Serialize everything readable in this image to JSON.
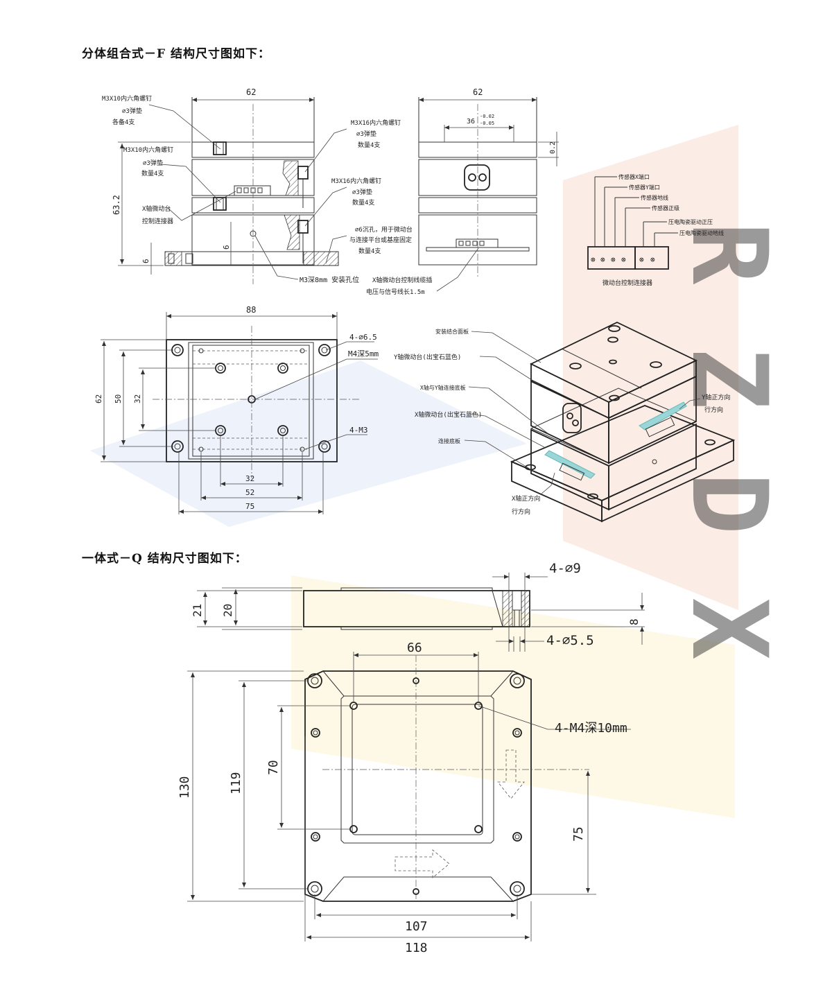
{
  "headings": {
    "split_type": "分体组合式－F 结构尺寸图如下：",
    "integrated_type": "一体式－Q 结构尺寸图如下："
  },
  "front_view": {
    "dim_width": "62",
    "dim_height": "63.2",
    "dim_base": "6",
    "dim_base2": "6",
    "labels": {
      "screw_a": "M3X10内六角螺钉",
      "washer_a": "∅3弹垫",
      "washer_a_qty": "各备4支",
      "screw_b": "M3X10内六角螺钉",
      "washer_b": "∅3弹垫",
      "washer_b_qty": "数量4支",
      "x_sensor": "X轴微动台",
      "x_sensor_2": "控制连接器",
      "screw_c": "M3X16内六角螺钉",
      "washer_c": "∅3弹垫",
      "washer_c_qty": "数量4支",
      "screw_d": "M3X16内六角螺钉",
      "washer_d": "∅3弹垫",
      "washer_d_qty": "数量4支",
      "hole_note": "∅6沉孔，用于微动台",
      "hole_note_2": "与连接平台或基座固定",
      "hole_note_qty": "数量4支",
      "bottom_hole": "M3深8mm  安装孔位"
    }
  },
  "side_view": {
    "dim_width": "62",
    "dim_tol_main": "36",
    "dim_tol_upper": "-0.02",
    "dim_tol_lower": "-0.05",
    "dim_right": "0.2",
    "cable_note": "X轴微动台控制线缆插",
    "cable_note_2": "电压与信号线长1.5m"
  },
  "connector": {
    "labels": [
      "传感器X端口",
      "传感器Y端口",
      "传感器地线",
      "传感器正级",
      "压电陶瓷驱动正压",
      "压电陶瓷驱动地线"
    ],
    "caption": "微动台控制连接器",
    "pins": [
      "⊗",
      "⊗",
      "⊗",
      "⊗",
      "⊗",
      "⊗"
    ]
  },
  "top_view": {
    "dim_top": "88",
    "dim_left_outer": "62",
    "dim_left_mid": "50",
    "dim_left_inner": "32",
    "dim_bottom_inner": "32",
    "dim_bottom_mid": "52",
    "dim_bottom_outer": "75",
    "hole_a": "4-∅6.5",
    "hole_b": "M4深5mm",
    "hole_c": "4-M3"
  },
  "iso_view": {
    "labels": {
      "top_plate": "安装结合面板",
      "y_stage": "Y轴微动台(出宝石蓝色)",
      "xy_plate": "X轴与Y轴连接底板",
      "x_stage": "X轴微动台(出宝石蓝色)",
      "base": "连接底板",
      "y_dir": "Y轴正方向",
      "y_dir_2": "行方向",
      "x_dir": "X轴正方向",
      "x_dir_2": "行方向"
    }
  },
  "q_side": {
    "dim_21": "21",
    "dim_20": "20",
    "dim_8": "8",
    "hole_top": "4-∅9",
    "hole_bottom": "4-∅5.5"
  },
  "q_top": {
    "dim_66": "66",
    "dim_70": "70",
    "dim_119": "119",
    "dim_130": "130",
    "dim_75": "75",
    "dim_107": "107",
    "dim_118": "118",
    "thread": "4-M4深10mm"
  },
  "colors": {
    "line": "#333333",
    "stage_blue": "#9ad6d8",
    "wm_red": "#f3c8b8",
    "wm_yellow": "#fbeeb5",
    "wm_blue": "#cfd9f0"
  }
}
